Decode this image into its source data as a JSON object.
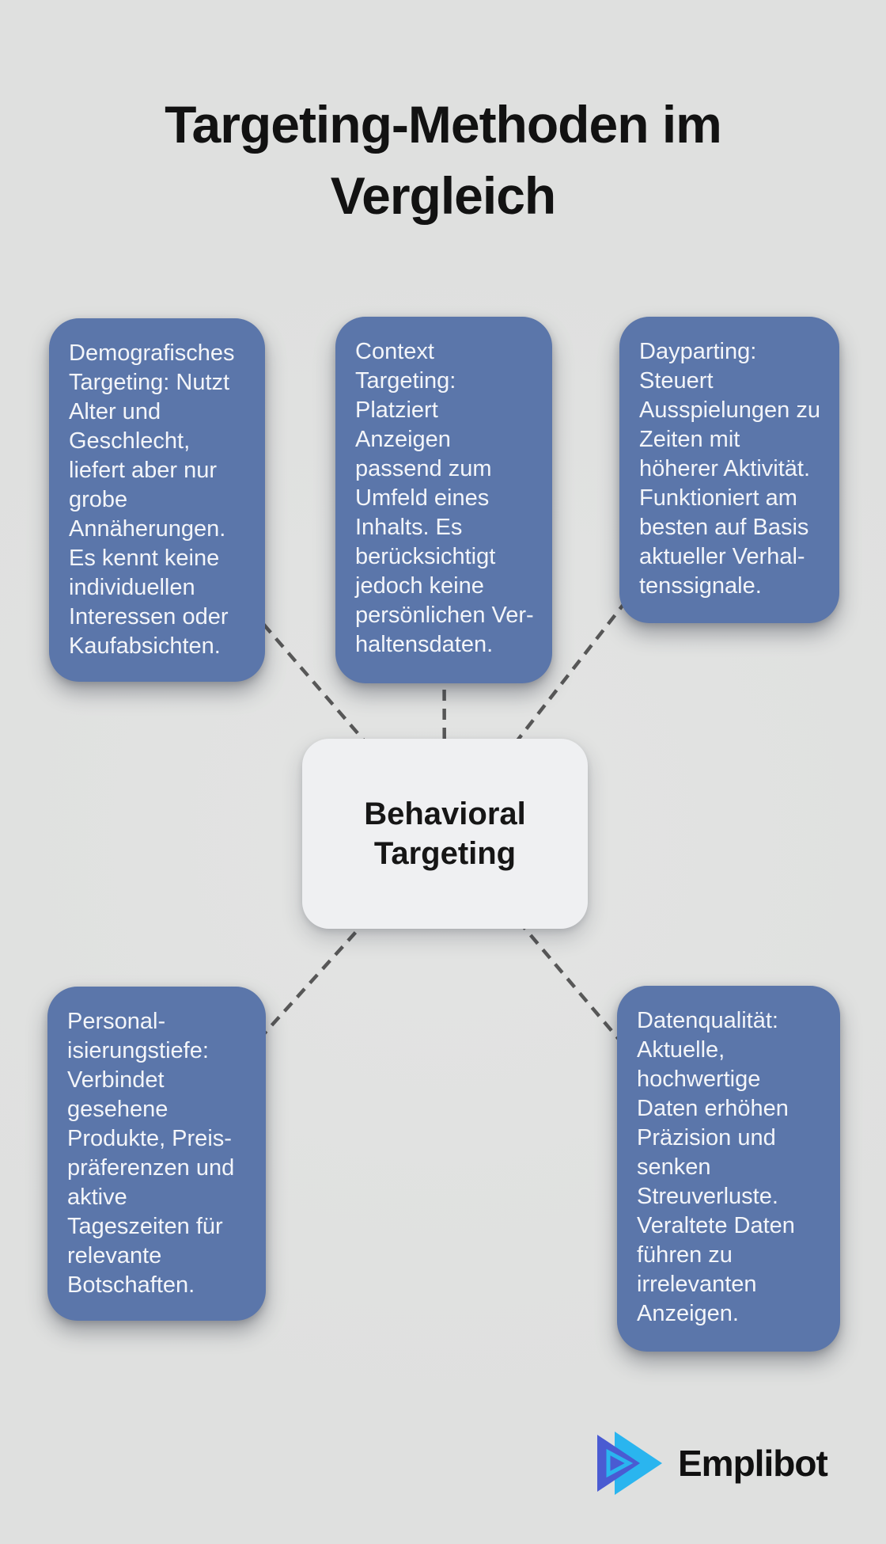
{
  "title": {
    "lines": [
      "Targeting-Methoden im",
      "Vergleich"
    ]
  },
  "center_node": {
    "lines": [
      "Behavioral",
      "Targeting"
    ]
  },
  "nodes": [
    {
      "name": "demografisches-targeting",
      "lines": [
        "Demografisches",
        "Targeting: Nutzt",
        "Alter und",
        "Geschlecht,",
        "liefert aber nur",
        "grobe",
        "Annäherungen.",
        "Es kennt keine",
        "individuellen",
        "Interessen oder",
        "Kaufabsichten."
      ]
    },
    {
      "name": "context-targeting",
      "lines": [
        "Context",
        "Targeting:",
        "Platziert",
        "Anzeigen",
        "passend zum",
        "Umfeld eines",
        "Inhalts. Es",
        "berücksichtigt",
        "jedoch keine",
        "persönlichen Ver-",
        "haltensdaten."
      ]
    },
    {
      "name": "dayparting",
      "lines": [
        "Dayparting:",
        "Steuert",
        "Ausspielungen zu",
        "Zeiten mit",
        "höherer Aktivität.",
        "Funktioniert am",
        "besten auf Basis",
        "aktueller Verhal-",
        "tenssignale."
      ]
    },
    {
      "name": "personalisierungstiefe",
      "lines": [
        "Personal-",
        "isierungstiefe:",
        "Verbindet",
        "gesehene",
        "Produkte, Preis-",
        "präferenzen und",
        "aktive",
        "Tageszeiten für",
        "relevante",
        "Botschaften."
      ]
    },
    {
      "name": "datenqualitaet",
      "lines": [
        "Datenqualität:",
        "Aktuelle,",
        "hochwertige",
        "Daten erhöhen",
        "Präzision und",
        "senken",
        "Streuverluste.",
        "Veraltete Daten",
        "führen zu",
        "irrelevanten",
        "Anzeigen."
      ]
    }
  ],
  "logo": {
    "brand": "Emplibot"
  },
  "colors": {
    "background": "#dfe0df",
    "node_fill": "#5b76aa",
    "node_text": "#f3f5f9",
    "center_fill": "#eff0f2",
    "center_text": "#161616",
    "connector": "#575757",
    "title_text": "#121212",
    "logo_indigo": "#4a5bd2",
    "logo_cyan": "#2ab5ef",
    "logo_text": "#101010"
  }
}
